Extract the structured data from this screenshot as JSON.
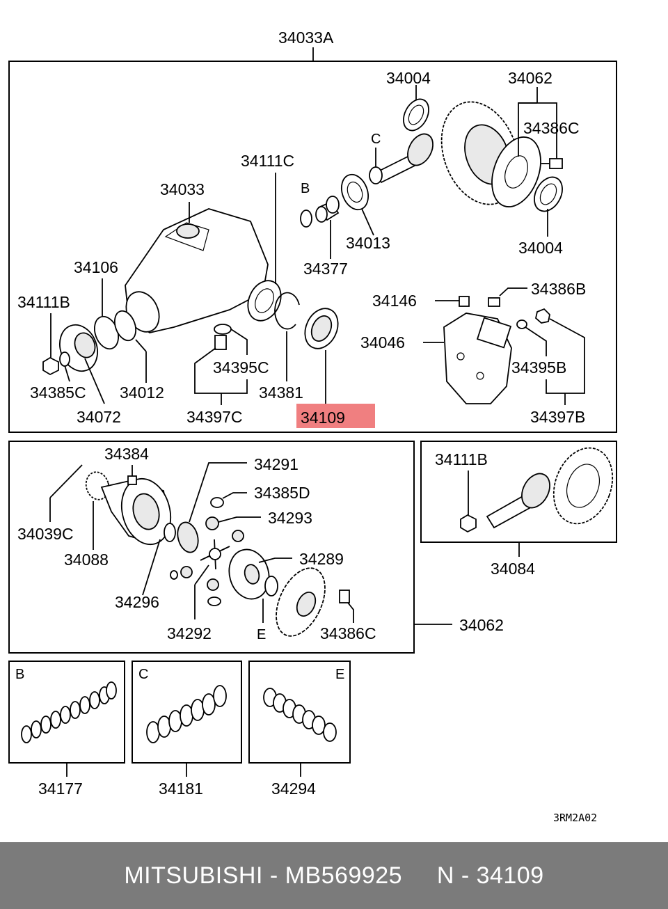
{
  "colors": {
    "highlight": "#f07f80",
    "footer_bg": "#7b7b7b",
    "footer_text": "#ffffff"
  },
  "top_group_label": "34033A",
  "diagram_code": "3RM2A02",
  "section_top": {
    "labels": {
      "p34004a": "34004",
      "p34062": "34062",
      "p34386c": "34386C",
      "pC": "C",
      "p34111c": "34111C",
      "pB": "B",
      "p34033": "34033",
      "p34013": "34013",
      "p34004b": "34004",
      "p34377": "34377",
      "p34106": "34106",
      "p34146": "34146",
      "p34386b": "34386B",
      "p34111b": "34111B",
      "p34046": "34046",
      "p34395c": "34395C",
      "p34395b": "34395B",
      "p34385c": "34385C",
      "p34012": "34012",
      "p34381": "34381",
      "p34072": "34072",
      "p34397c": "34397C",
      "p34109": "34109",
      "p34397b": "34397B"
    }
  },
  "section_mid": {
    "labels": {
      "p34384": "34384",
      "p34291": "34291",
      "p34385d": "34385D",
      "p34293": "34293",
      "p34039c": "34039C",
      "p34088": "34088",
      "p34289": "34289",
      "p34296": "34296",
      "p34062": "34062",
      "p34292": "34292",
      "pE": "E",
      "p34386c": "34386C"
    }
  },
  "section_right": {
    "labels": {
      "p34111b": "34111B",
      "p34084": "34084"
    }
  },
  "section_bottom": {
    "boxes": [
      {
        "letter": "B",
        "part": "34177"
      },
      {
        "letter": "C",
        "part": "34181"
      },
      {
        "letter": "E",
        "part": "34294"
      }
    ]
  },
  "footer": {
    "text": "MITSUBISHI - MB569925     N - 34109"
  }
}
